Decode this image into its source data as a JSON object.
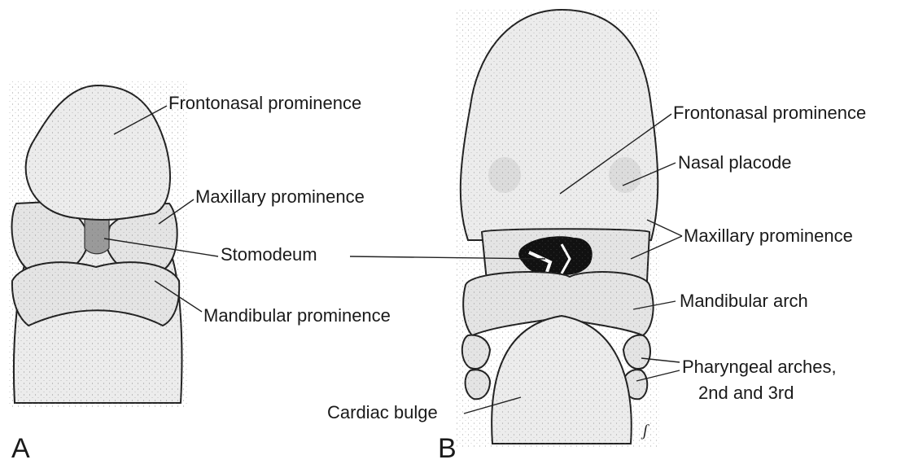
{
  "panels": {
    "a": "A",
    "b": "B"
  },
  "labels_a": {
    "frontonasal": "Frontonasal prominence",
    "maxillary": "Maxillary prominence",
    "stomodeum": "Stomodeum",
    "mandibular": "Mandibular prominence"
  },
  "labels_b": {
    "frontonasal": "Frontonasal prominence",
    "nasal_placode": "Nasal placode",
    "maxillary": "Maxillary prominence",
    "mandibular_arch": "Mandibular arch",
    "pharyngeal_1": "Pharyngeal arches,",
    "pharyngeal_2": "2nd and 3rd",
    "cardiac": "Cardiac bulge"
  },
  "signature": "S"
}
